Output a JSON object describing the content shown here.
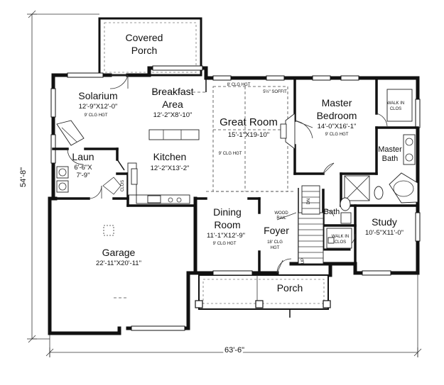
{
  "rooms": {
    "covered_porch": {
      "name_line1": "Covered",
      "name_line2": "Porch"
    },
    "solarium": {
      "name": "Solarium",
      "dims": "12'-9\"X12'-0\"",
      "note": "9' CLG HGT"
    },
    "breakfast": {
      "name_line1": "Breakfast",
      "name_line2": "Area",
      "dims": "12'-2\"X8'-10\""
    },
    "great_room": {
      "name": "Great Room",
      "dims": "15'-1\"X19-10\"",
      "note_top": "8' CLG HGT",
      "note_soffit": "5½\" SOFFIT",
      "note_side": "9' CLG HGT"
    },
    "master_bedroom": {
      "name_line1": "Master",
      "name_line2": "Bedroom",
      "dims": "14'-0\"X16'-1\"",
      "note": "9' CLG HGT"
    },
    "walk_in_master": {
      "line1": "WALK IN",
      "line2": "CLOS"
    },
    "master_bath": {
      "name_line1": "Master",
      "name_line2": "Bath"
    },
    "laundry": {
      "name": "Laun",
      "dims_line1": "6'-6\"X",
      "dims_line2": "7'-9\""
    },
    "clos": {
      "label": "CLOS"
    },
    "kitchen": {
      "name": "Kitchen",
      "dims": "12'-2\"X13'-2\""
    },
    "dining": {
      "name_line1": "Dining",
      "name_line2": "Room",
      "dims": "11'-1\"X12'-9\"",
      "note": "9' CLG HGT"
    },
    "foyer": {
      "name": "Foyer",
      "note_line1": "18' CLG",
      "note_line2": "HGT",
      "rail_line1": "WOOD",
      "rail_line2": "RAIL",
      "down": "DN",
      "up": "UP"
    },
    "bath": {
      "name": "Bath"
    },
    "walk_in_study": {
      "line1": "WALK IN",
      "line2": "CLOS"
    },
    "study": {
      "name": "Study",
      "dims": "10'-5\"X11'-0\""
    },
    "garage": {
      "name": "Garage",
      "dims": "22'-11\"X20'-11\""
    },
    "porch": {
      "name": "Porch"
    }
  },
  "dimensions": {
    "overall_depth": "54'-8\"",
    "overall_width": "63'-6\""
  }
}
